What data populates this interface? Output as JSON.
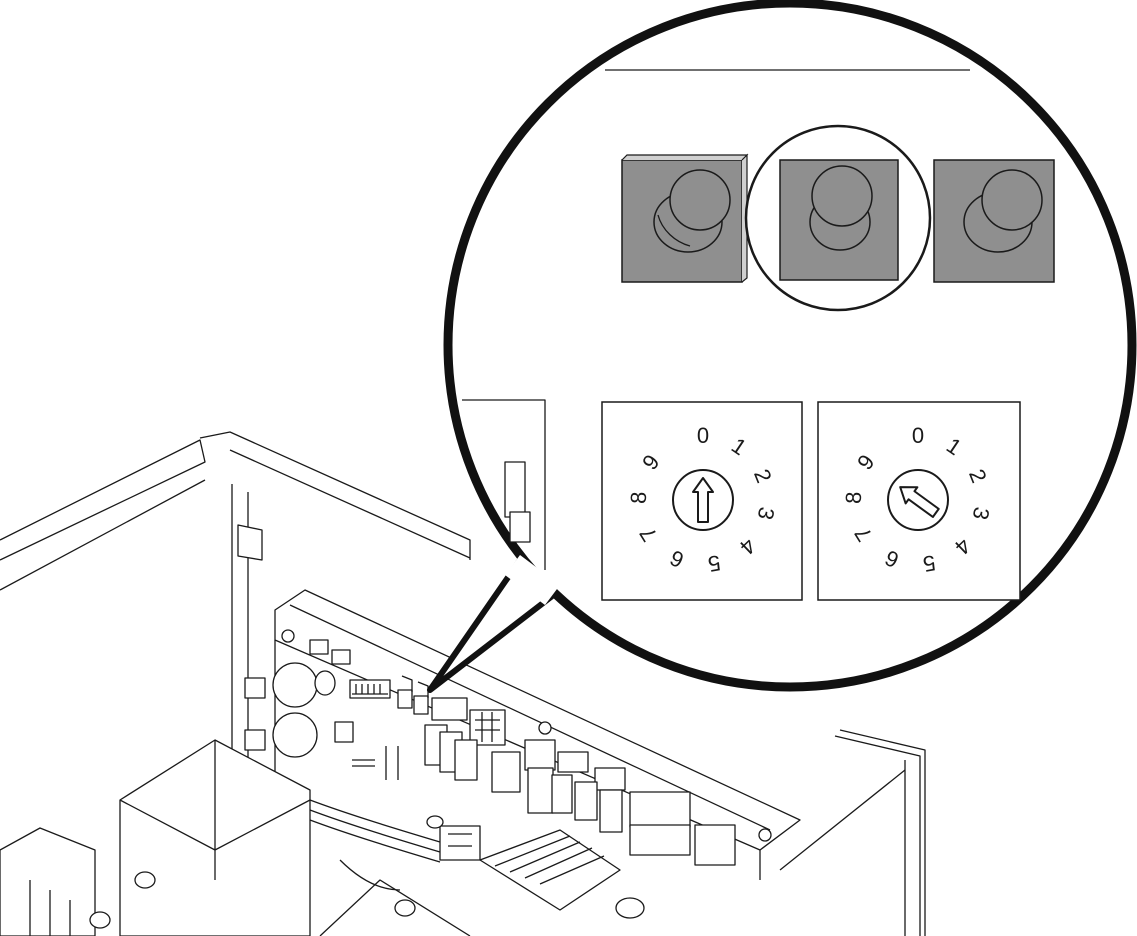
{
  "figure": {
    "colors": {
      "line": "#1a1a1a",
      "button_fill": "#8f8f8f",
      "background": "#ffffff"
    },
    "detail_callout": {
      "push_buttons": [
        {
          "name": "left",
          "highlighted": false
        },
        {
          "name": "middle",
          "highlighted": true
        },
        {
          "name": "right",
          "highlighted": false
        }
      ],
      "rotary_switches": [
        {
          "name": "left-rotary-switch",
          "digits": [
            "0",
            "1",
            "2",
            "3",
            "4",
            "5",
            "6",
            "7",
            "8",
            "9"
          ],
          "setting": "0"
        },
        {
          "name": "right-rotary-switch",
          "digits": [
            "0",
            "1",
            "2",
            "3",
            "4",
            "5",
            "6",
            "7",
            "8",
            "9"
          ],
          "setting": "9"
        }
      ]
    }
  }
}
